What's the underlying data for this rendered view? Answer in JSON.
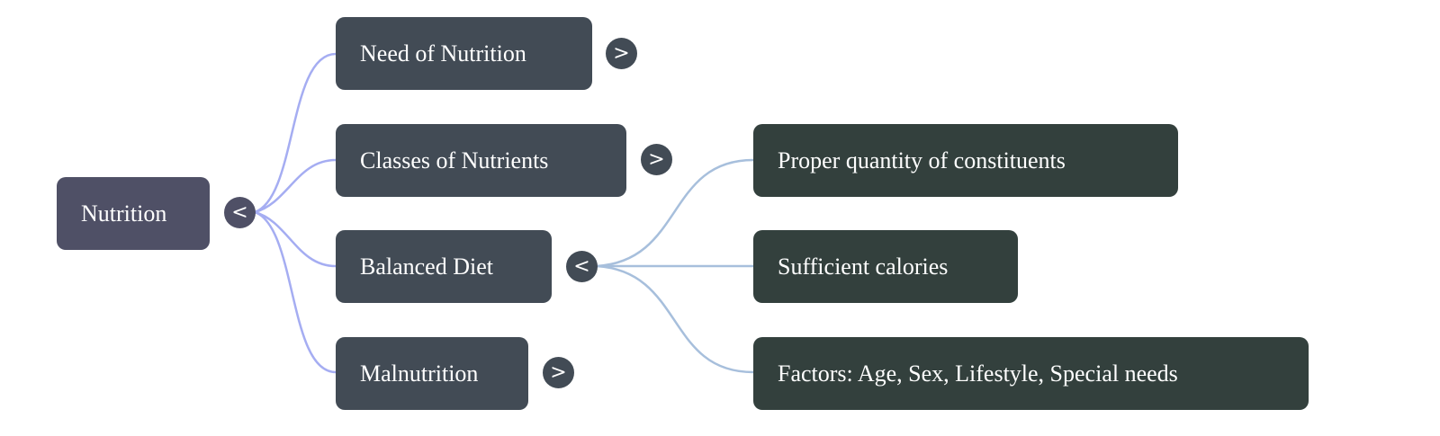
{
  "root": {
    "label": "Nutrition",
    "toggle": "<"
  },
  "children": [
    {
      "label": "Need of Nutrition",
      "toggle": ">"
    },
    {
      "label": "Classes of Nutrients",
      "toggle": ">"
    },
    {
      "label": "Balanced Diet",
      "toggle": "<"
    },
    {
      "label": "Malnutrition",
      "toggle": ">"
    }
  ],
  "balanced_diet_children": [
    {
      "label": "Proper quantity of constituents"
    },
    {
      "label": "Sufficient calories"
    },
    {
      "label": "Factors: Age, Sex, Lifestyle, Special needs"
    }
  ],
  "colors": {
    "root": "#4f5066",
    "level1": "#424b55",
    "level2": "#33403d",
    "root_edges": "#a5adf2",
    "diet_edges": "#a7bfdc"
  }
}
